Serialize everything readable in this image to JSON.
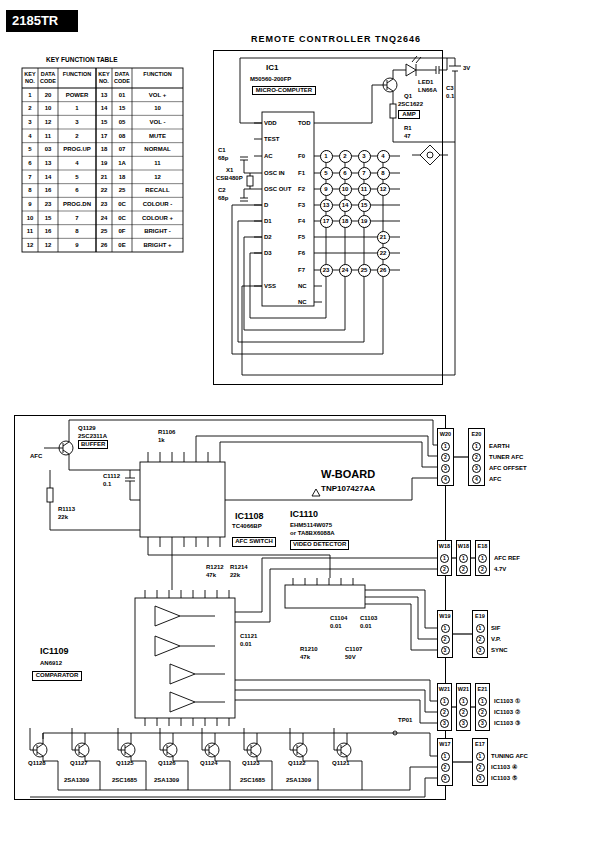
{
  "diagram": {
    "nodes": [
      {
        "text": [
          "REMOTE CONTROLLER TNQ2646"
        ]
      },
      {
        "text": [
          "MICRO-COMPUTER"
        ],
        "in": 0
      },
      {
        "text": [
          "AMP"
        ],
        "in": 0
      },
      {
        "text": [
          "1"
        ],
        "in": 0
      },
      {
        "text": [
          "2"
        ],
        "in": 0
      },
      {
        "text": [
          "3"
        ],
        "in": 0
      },
      {
        "text": [
          "4"
        ],
        "in": 0
      },
      {
        "text": [
          "5"
        ],
        "in": 0
      },
      {
        "text": [
          "6"
        ],
        "in": 0
      },
      {
        "text": [
          "7"
        ],
        "in": 0
      },
      {
        "text": [
          "8"
        ],
        "in": 0
      },
      {
        "text": [
          "9"
        ],
        "in": 0
      },
      {
        "text": [
          "10"
        ],
        "in": 0
      },
      {
        "text": [
          "11"
        ],
        "in": 0
      },
      {
        "text": [
          "12"
        ],
        "in": 0
      },
      {
        "text": [
          "13"
        ],
        "in": 0
      },
      {
        "text": [
          "14"
        ],
        "in": 0
      },
      {
        "text": [
          "15"
        ],
        "in": 0
      },
      {
        "text": [
          "17"
        ],
        "in": 0
      },
      {
        "text": [
          "18"
        ],
        "in": 0
      },
      {
        "text": [
          "19"
        ],
        "in": 0
      },
      {
        "text": [
          "21"
        ],
        "in": 0
      },
      {
        "text": [
          "22"
        ],
        "in": 0
      },
      {
        "text": [
          "23"
        ],
        "in": 0
      },
      {
        "text": [
          "24"
        ],
        "in": 0
      },
      {
        "text": [
          "25"
        ],
        "in": 0
      },
      {
        "text": [
          "26"
        ],
        "in": 0
      },
      {
        "text": [
          "W-BOARD",
          "TNP107427AA"
        ]
      },
      {
        "text": [
          "AFC SWITCH"
        ],
        "in": 27
      },
      {
        "text": [
          "VIDEO DETECTOR"
        ],
        "in": 27
      },
      {
        "text": [
          "COMPARATOR"
        ],
        "in": 27
      },
      {
        "text": [
          "BUFFER"
        ],
        "in": 27
      },
      {
        "text": [
          "W20"
        ],
        "in": 27
      },
      {
        "text": [
          "E20"
        ]
      },
      {
        "text": [
          "W18"
        ],
        "in": 27
      },
      {
        "text": [
          "W18"
        ]
      },
      {
        "text": [
          "E18"
        ]
      },
      {
        "text": [
          "W19"
        ],
        "in": 27
      },
      {
        "text": [
          "E19"
        ]
      },
      {
        "text": [
          "W21"
        ],
        "in": 27
      },
      {
        "text": [
          "W21"
        ]
      },
      {
        "text": [
          "E21"
        ]
      },
      {
        "text": [
          "W17"
        ],
        "in": 27
      },
      {
        "text": [
          "E17"
        ]
      }
    ],
    "edges": [
      {
        "from": 32,
        "to": 33,
        "arrow": "none"
      },
      {
        "from": 34,
        "to": 35,
        "arrow": "none"
      },
      {
        "from": 35,
        "to": 36,
        "arrow": "none"
      },
      {
        "from": 37,
        "to": 38,
        "arrow": "none"
      },
      {
        "from": 39,
        "to": 40,
        "arrow": "none"
      },
      {
        "from": 40,
        "to": 41,
        "arrow": "none"
      },
      {
        "from": 42,
        "to": 43,
        "arrow": "none"
      }
    ],
    "labels": [
      "2185TR",
      "KEY FUNCTION TABLE",
      "KEY NO.",
      "DATA CODE",
      "FUNCTION",
      "KEY NO.",
      "DATA CODE",
      "FUNCTION",
      "1",
      "20",
      "POWER",
      "13",
      "01",
      "VOL +",
      "2",
      "10",
      "1",
      "14",
      "15",
      "10",
      "3",
      "12",
      "3",
      "15",
      "05",
      "VOL -",
      "4",
      "11",
      "2",
      "17",
      "08",
      "MUTE",
      "5",
      "03",
      "PROG.UP",
      "18",
      "07",
      "NORMAL",
      "6",
      "13",
      "4",
      "19",
      "1A",
      "11",
      "7",
      "14",
      "5",
      "21",
      "18",
      "12",
      "8",
      "16",
      "6",
      "22",
      "25",
      "RECALL",
      "9",
      "23",
      "PROG.DN",
      "23",
      "0C",
      "COLOUR -",
      "10",
      "15",
      "7",
      "24",
      "0C",
      "COLOUR +",
      "11",
      "16",
      "8",
      "25",
      "0F",
      "BRIGHT -",
      "12",
      "12",
      "9",
      "26",
      "0E",
      "BRIGHT +",
      "IC1",
      "M50560-200FP",
      "VDD",
      "TEST",
      "AC",
      "OSC IN",
      "OSC OUT",
      "D",
      "D1",
      "D2",
      "D3",
      "VSS",
      "TOD",
      "F0",
      "F1",
      "F2",
      "F3",
      "F4",
      "F5",
      "F6",
      "F7",
      "NC",
      "NC",
      "Q1",
      "2SC1622",
      "LED1",
      "LN66A",
      "C3",
      "0.1",
      "3V",
      "R1",
      "47",
      "X1",
      "CSB480P",
      "C1",
      "68p",
      "C2",
      "68p",
      "Q1129",
      "2SC2311A",
      "AFC",
      "R1106",
      "1k",
      "C1112",
      "0.1",
      "R1113",
      "22k",
      "IC1108",
      "TC4066BP",
      "IC1110",
      "EHM5114W075",
      "or TA8BX6088A",
      "IC1109",
      "AN6912",
      "R1212",
      "47k",
      "R1214",
      "22k",
      "C1121",
      "0.01",
      "C1104",
      "0.01",
      "C1103",
      "0.01",
      "R1210",
      "47k",
      "C1107",
      "50V",
      "Q1127",
      "Q1128",
      "Q1125",
      "Q1126",
      "Q1124",
      "Q1123",
      "Q1122",
      "Q1121",
      "2SA1309",
      "2SC1685",
      "2SA1309",
      "2SC1685",
      "2SA1309",
      "TP01",
      "EARTH",
      "TUNER AFC",
      "AFC OFFSET",
      "AFC",
      "AFC REF",
      "4.7V",
      "SIF",
      "V.P.",
      "SYNC",
      "IC1103 ①",
      "IC1103 ②",
      "IC1103 ③",
      "TUNING AFC",
      "IC1103 ④",
      "IC1103 ⑤",
      "1",
      "2",
      "3",
      "4",
      "1",
      "2",
      "3",
      "4",
      "1",
      "2",
      "1",
      "2",
      "1",
      "2",
      "1",
      "2",
      "3",
      "1",
      "2",
      "3",
      "1",
      "2",
      "3",
      "1",
      "2",
      "3",
      "1",
      "2",
      "3",
      "1",
      "2",
      "3",
      "1",
      "2",
      "3"
    ]
  }
}
